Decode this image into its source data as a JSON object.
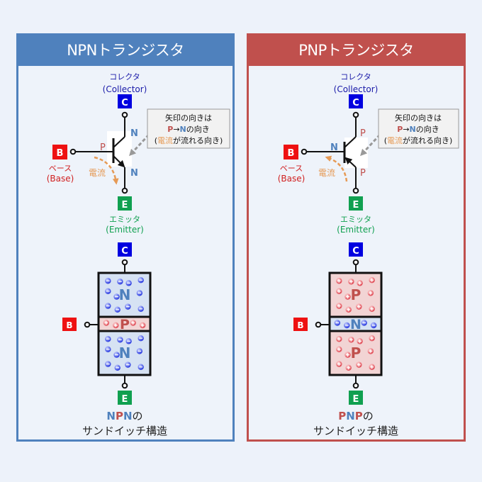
{
  "colors": {
    "npn_accent": "#4f81bd",
    "pnp_accent": "#c0504d",
    "collector_box": "#0000e0",
    "base_box": "#ee1111",
    "emitter_box": "#10a050",
    "n_letter": "#4f81bd",
    "p_letter": "#c0504d",
    "current": "#e69a55",
    "n_region": "#d6e2f3",
    "p_region": "#f2d4d4"
  },
  "panels": [
    {
      "id": "npn",
      "title": "NPNトランジスタ",
      "collector": {
        "box": "C",
        "label": "コレクタ",
        "sublabel": "(Collector)"
      },
      "base": {
        "box": "B",
        "label": "ベース",
        "sublabel": "(Base)"
      },
      "emitter": {
        "box": "E",
        "label": "エミッタ",
        "sublabel": "(Emitter)"
      },
      "junction_labels": {
        "collector_side": "N",
        "base_side": "P",
        "emitter_side": "N"
      },
      "current_label": "電流",
      "callout": {
        "line1": "矢印の向きは",
        "line2_a": "P",
        "line2_arrow": "→",
        "line2_b": "N",
        "line2_c": "の向き",
        "line3_open": "(",
        "line3_current": "電流",
        "line3_rest": "が流れる向き)"
      },
      "layers": [
        "N",
        "P",
        "N"
      ],
      "caption": {
        "l1": "N",
        "l2": "P",
        "l3": "N",
        "suffix": "の",
        "line2": "サンドイッチ構造"
      }
    },
    {
      "id": "pnp",
      "title": "PNPトランジスタ",
      "collector": {
        "box": "C",
        "label": "コレクタ",
        "sublabel": "(Collector)"
      },
      "base": {
        "box": "B",
        "label": "ベース",
        "sublabel": "(Base)"
      },
      "emitter": {
        "box": "E",
        "label": "エミッタ",
        "sublabel": "(Emitter)"
      },
      "junction_labels": {
        "collector_side": "P",
        "base_side": "N",
        "emitter_side": "P"
      },
      "current_label": "電流",
      "callout": {
        "line1": "矢印の向きは",
        "line2_a": "P",
        "line2_arrow": "→",
        "line2_b": "N",
        "line2_c": "の向き",
        "line3_open": "(",
        "line3_current": "電流",
        "line3_rest": "が流れる向き)"
      },
      "layers": [
        "P",
        "N",
        "P"
      ],
      "caption": {
        "l1": "P",
        "l2": "N",
        "l3": "P",
        "suffix": "の",
        "line2": "サンドイッチ構造"
      }
    }
  ]
}
